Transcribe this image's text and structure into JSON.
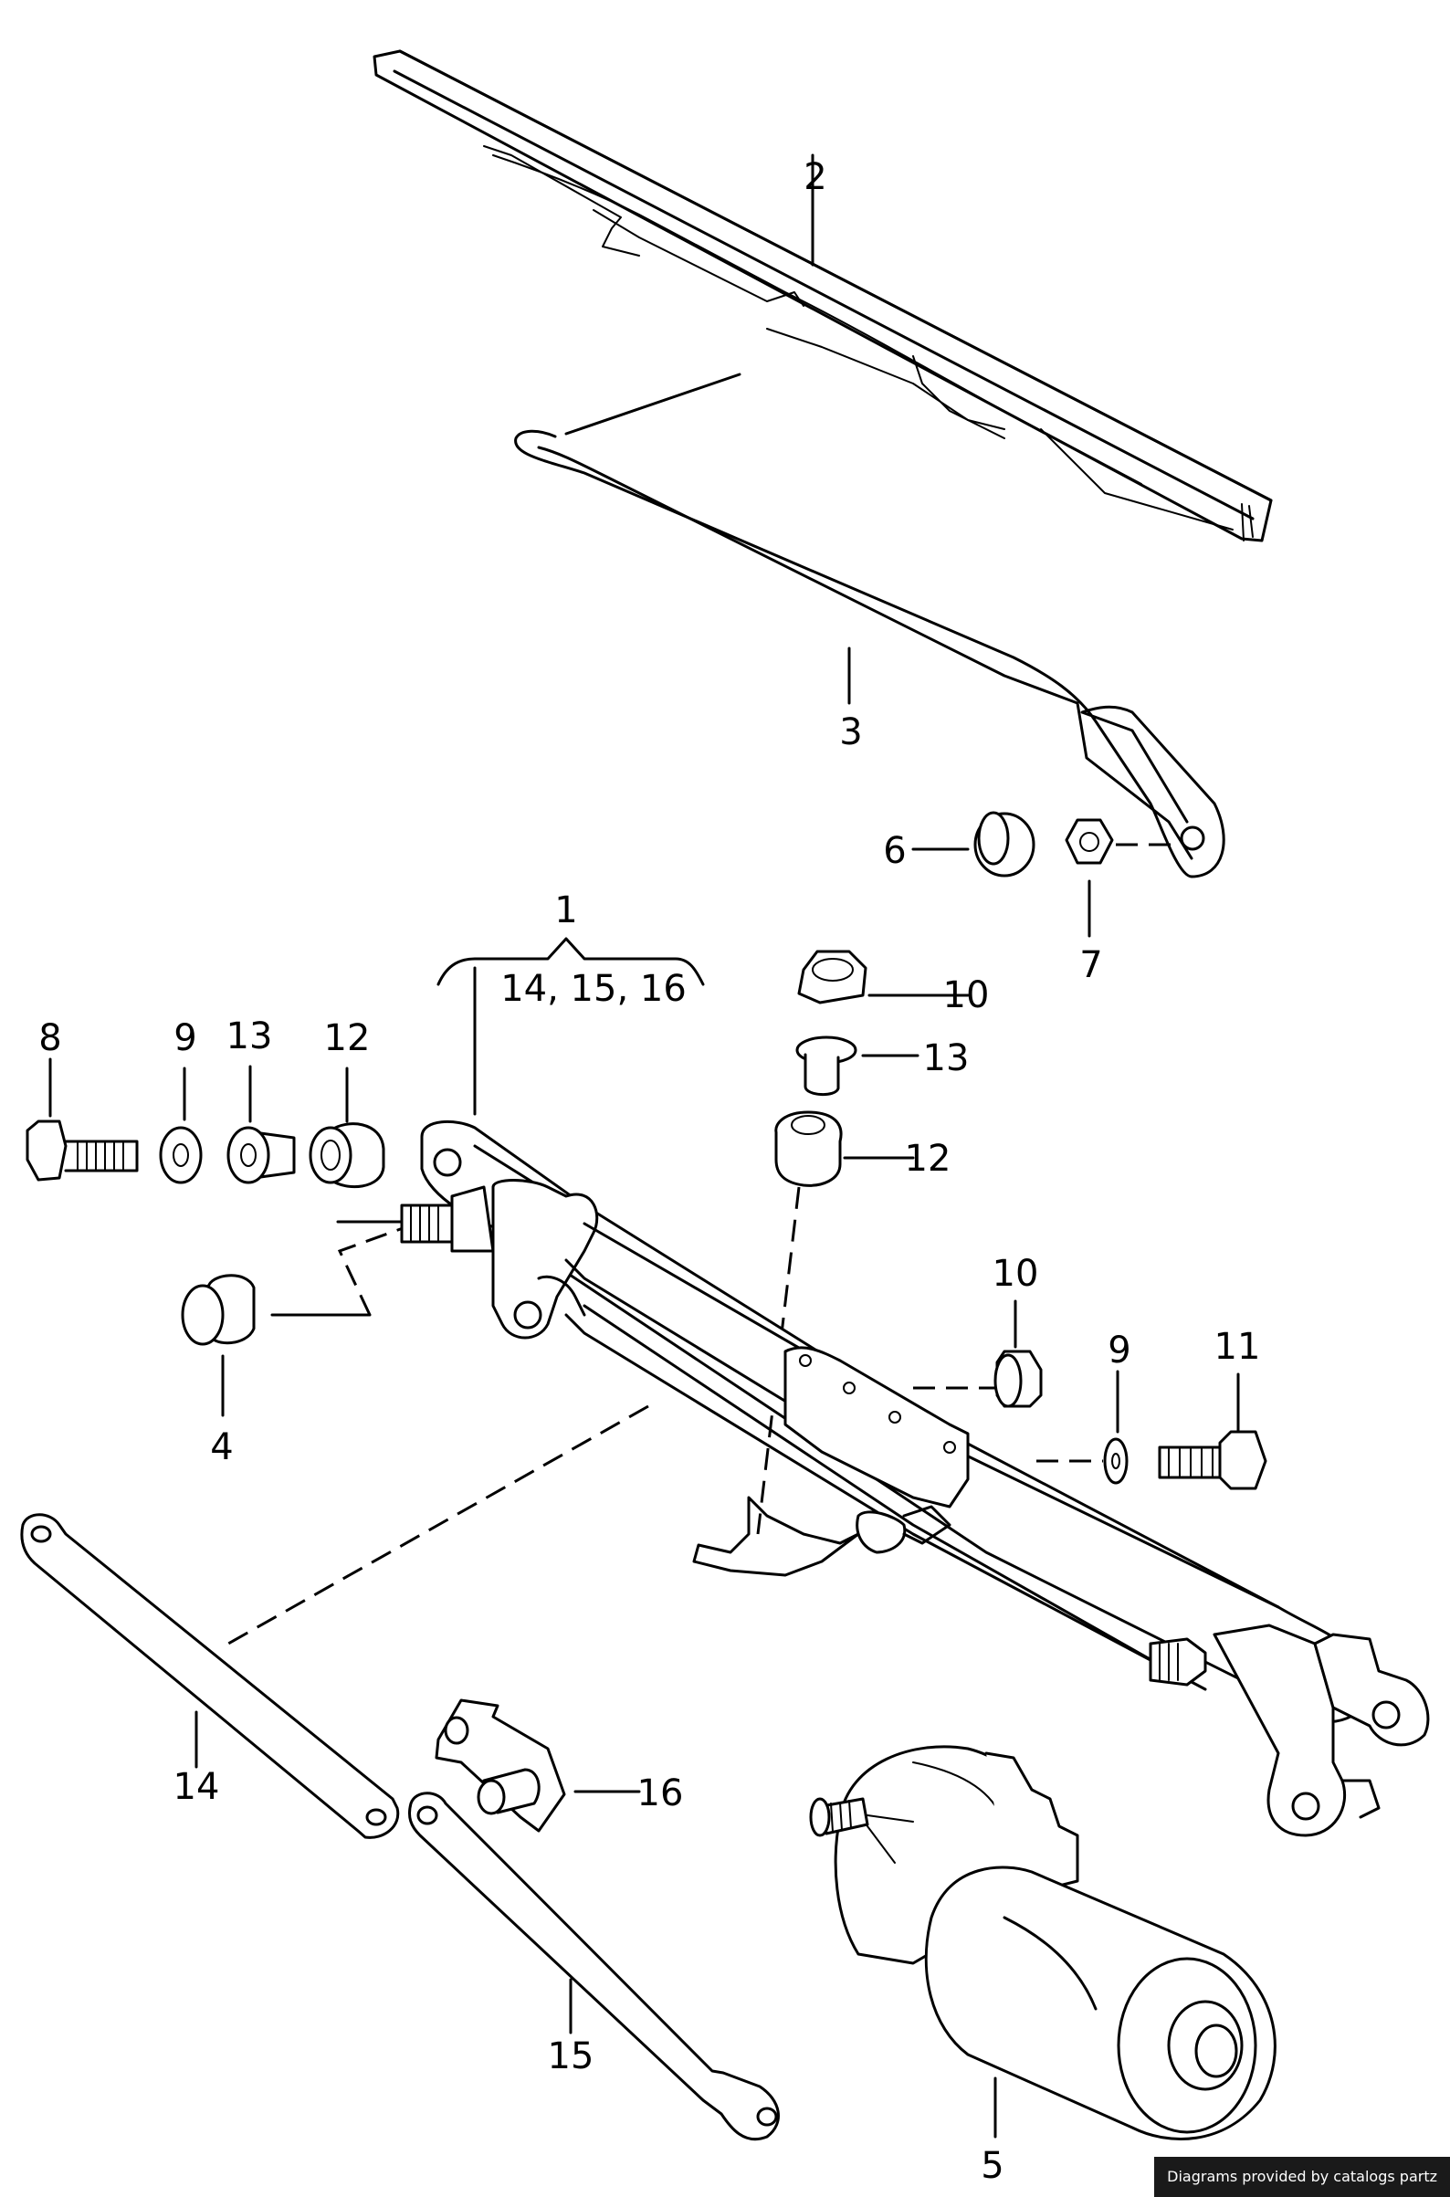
{
  "labels": {
    "p1": "1",
    "p1_sub": "14, 15, 16",
    "p2": "2",
    "p3": "3",
    "p4": "4",
    "p5": "5",
    "p6": "6",
    "p7": "7",
    "p8": "8",
    "p9a": "9",
    "p9b": "9",
    "p10a": "10",
    "p10b": "10",
    "p11": "11",
    "p12a": "12",
    "p12b": "12",
    "p13a": "13",
    "p13b": "13",
    "p14": "14",
    "p15": "15",
    "p16": "16"
  },
  "credit": "Diagrams provided by catalogs partz"
}
